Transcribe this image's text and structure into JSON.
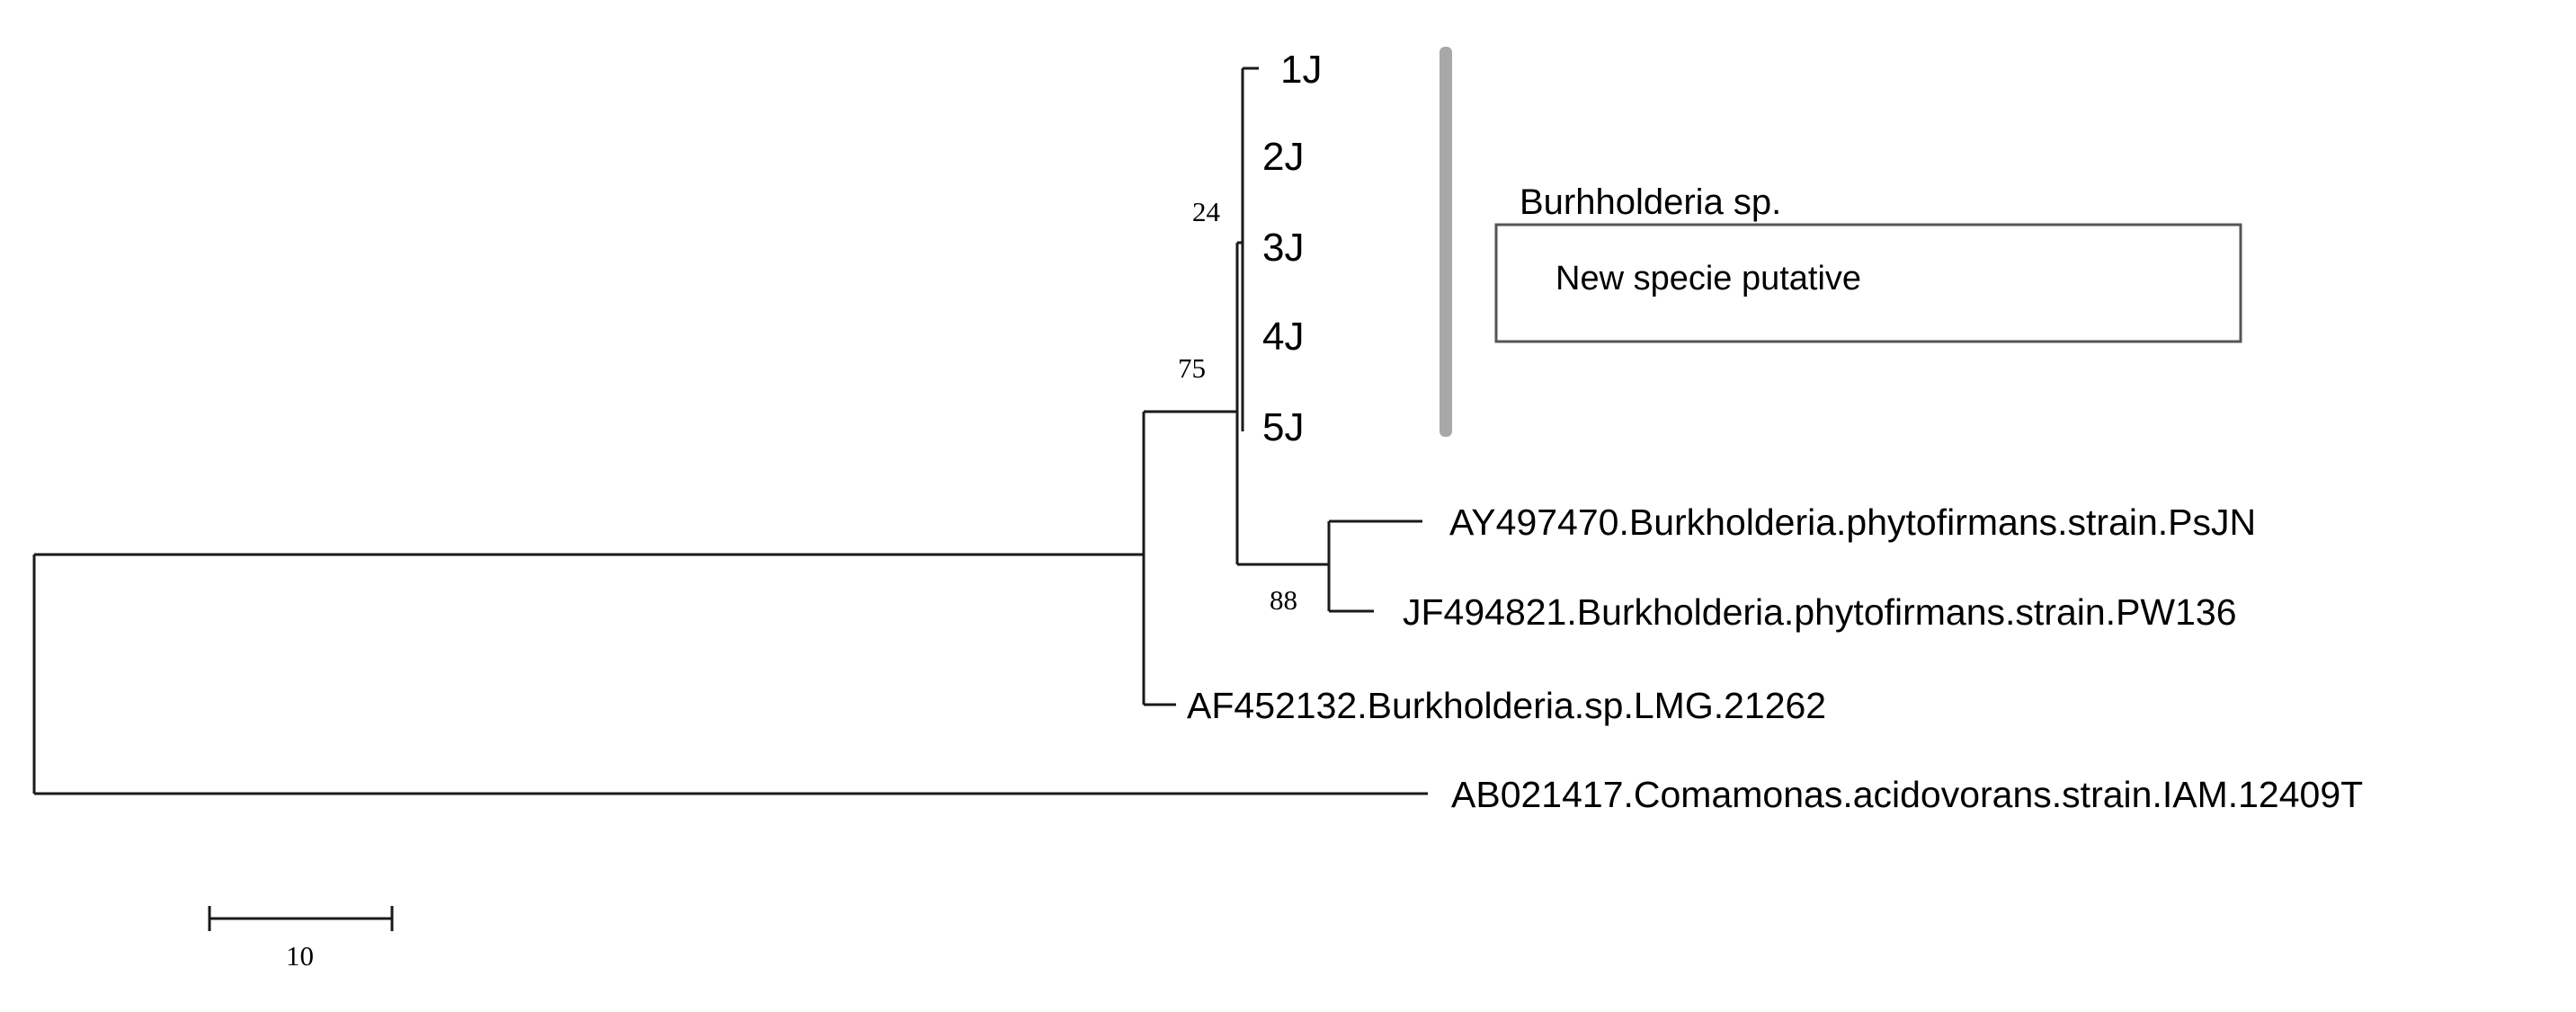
{
  "tree": {
    "tips": {
      "t1": "1J",
      "t2": "2J",
      "t3": "3J",
      "t4": "4J",
      "t5": "5J",
      "psjn": "AY497470.Burkholderia.phytofirmans.strain.PsJN",
      "pw136": "JF494821.Burkholderia.phytofirmans.strain.PW136",
      "lmg": "AF452132.Burkholderia.sp.LMG.21262",
      "comamonas": "AB021417.Comamonas.acidovorans.strain.IAM.12409T"
    },
    "bootstrap": {
      "inner_clade": "24",
      "burkholderia_clade": "75",
      "phytofirmans_clade": "88"
    }
  },
  "annotation": {
    "group_label": "Burhholderia sp.",
    "box_text": "New specie putative",
    "bar_color": "#a8a8a8"
  },
  "scale_bar": {
    "label": "10"
  }
}
